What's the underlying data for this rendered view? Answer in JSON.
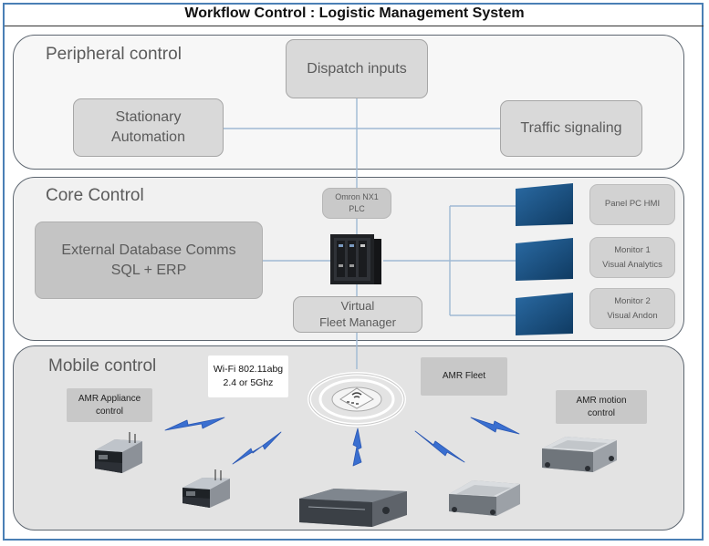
{
  "title": "Workflow Control : Logistic Management System",
  "colors": {
    "frame_border": "#4a7fb5",
    "box_fill": "#d9d9d9",
    "line": "#9fb9d4",
    "signal": "#3a6fd0",
    "monitor": "#1d4f80"
  },
  "peripheral": {
    "label": "Peripheral control",
    "dispatch": "Dispatch inputs",
    "stationary": "Stationary\nAutomation",
    "traffic": "Traffic signaling"
  },
  "core": {
    "label": "Core Control",
    "plc": "Omron NX1\nPLC",
    "external_db": "External Database Comms\nSQL + ERP",
    "fleet_manager": "Virtual\nFleet Manager",
    "panel_pc": "Panel PC HMI",
    "monitor1": "Monitor 1\nVisual Analytics",
    "monitor2": "Monitor 2\nVisual Andon",
    "plc_icon": "plc-controller-icon",
    "display_icon": "display-monitor-icon"
  },
  "mobile": {
    "label": "Mobile control",
    "wifi": "Wi-Fi 802.11abg\n2.4 or 5Ghz",
    "fleet": "AMR Fleet",
    "appliance": "AMR Appliance\ncontrol",
    "motion": "AMR motion\ncontrol",
    "router_icon": "wireless-router-icon",
    "robot_icon": "mobile-robot-icon"
  }
}
